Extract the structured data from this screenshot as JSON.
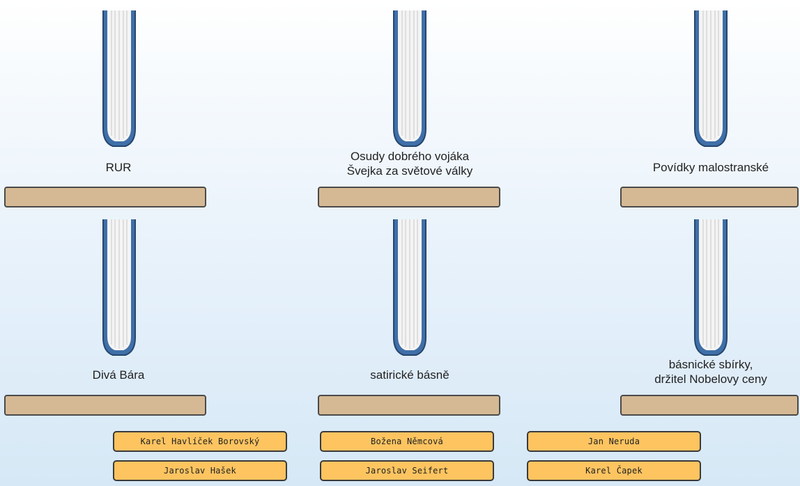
{
  "exercise": {
    "books": [
      {
        "title_lines": [
          "RUR"
        ]
      },
      {
        "title_lines": [
          "Osudy dobrého vojáka",
          "Švejka za světové války"
        ]
      },
      {
        "title_lines": [
          "Povídky malostranské"
        ]
      },
      {
        "title_lines": [
          "Divá Bára"
        ]
      },
      {
        "title_lines": [
          "satirické básně"
        ]
      },
      {
        "title_lines": [
          "básnické sbírky,",
          "držitel Nobelovy ceny"
        ]
      }
    ],
    "author_cards": [
      "Karel Havlíček Borovský",
      "Božena Němcová",
      "Jan Neruda",
      "Jaroslav Hašek",
      "Jaroslav Seifert",
      "Karel Čapek"
    ],
    "colors": {
      "book_spine": "#3f6fa8",
      "book_pages": "#f3f3f3",
      "slot_fill": "#d5b994",
      "card_fill": "#fdc460"
    }
  }
}
